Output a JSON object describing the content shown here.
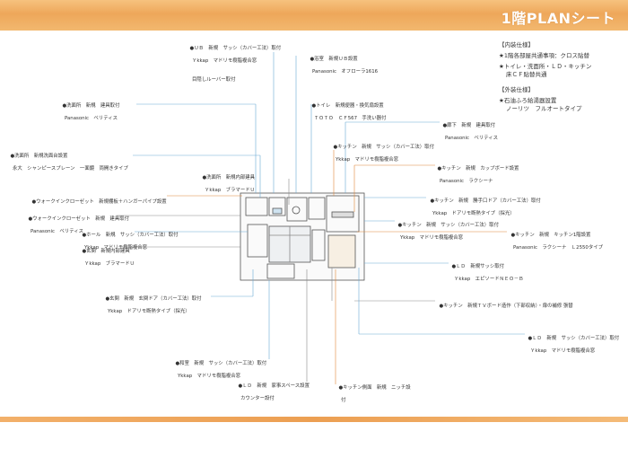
{
  "title": "1階PLANシート",
  "colors": {
    "banner": "#eea75a",
    "leader_blue": "#6aa9d6",
    "leader_orange": "#e0873a",
    "leader_gray": "#8a8a8a"
  },
  "spec": {
    "interior_head": "【内装仕様】",
    "interior_1": "★1階各部屋共通事項：クロス貼替",
    "interior_2": "★トイレ・洗面所・ＬＤ・キッチン",
    "interior_3": "床ＣＦ貼替共通",
    "exterior_head": "【外装仕様】",
    "exterior_1": "★石油ふろ給湯器設置",
    "exterior_2": "ノーリツ　フルオートタイプ"
  },
  "labels": {
    "ub": {
      "t1": "●ＵＢ　新規　サッシ（カバー工法）取付",
      "t2": "Ｙkkap　マドリモ樹脂複合窓",
      "t3": "目隠しルーバー取付"
    },
    "bath": {
      "t1": "●浴室　新規ＵＢ設置",
      "t2": "Panasonic　オフローラ1616"
    },
    "toilet": {
      "t1": "●トイレ　新規便器・換気扇設置",
      "t2": "ＴＯＴＯ　ＣＦ567　手洗い器付"
    },
    "sen1": {
      "t1": "●洗面所　新規　建具取付",
      "t2": "Panasonic　ベリティス"
    },
    "hall_door": {
      "t1": "●廊下　新規　建具取付",
      "t2": "Panasonic　ベリティス"
    },
    "sen2": {
      "t1": "●洗面所　新規洗面台設置",
      "t2": "永大　シャンピースプレーン　一面鏡　両開きタイプ"
    },
    "kit_sash1": {
      "t1": "●キッチン　新規　サッシ（カバー工法）取付",
      "t2": "Ykkap　マドリモ樹脂複合窓"
    },
    "kit_cup": {
      "t1": "●キッチン　新規　カップボード設置",
      "t2": "Panasonic　ラクシーナ"
    },
    "sen3": {
      "t1": "●洗面所　新規内部建具",
      "t2": "Ｙkkap　ブラマードＵ"
    },
    "wic_shelf": {
      "t1": "●ウォークインクローゼット　新規棚板＋ハンガーパイプ設置"
    },
    "kit_door": {
      "t1": "●キッチン　新規　勝手口ドア（カバー工法）取付",
      "t2": "Ykkap　ドアリモ断熱タイプ（採光）"
    },
    "wic_door": {
      "t1": "●ウォークインクローゼット　新規　建具取付",
      "t2": "Panasonic　ベリティス"
    },
    "hall_sash": {
      "t1": "●ホール　新規　サッシ（カバー工法）取付",
      "t2": "Ykkap　マドリモ樹脂複合窓"
    },
    "kit_sash2": {
      "t1": "●キッチン　新規　サッシ（カバー工法）取付",
      "t2": "Ykkap　マドリモ樹脂複合窓"
    },
    "kit_sys": {
      "t1": "●キッチン　新規　キッチン1階設置",
      "t2": "Panasonic　ラクシーナ　Ｌ2550タイプ"
    },
    "entry_door": {
      "t1": "●玄関　新規内部建具",
      "t2": "Ｙkkap　ブラマードＵ"
    },
    "ld_sash1": {
      "t1": "●ＬＤ　新規サッシ取付",
      "t2": "Ｙkkap　エピソードＮＥＯ－Ｂ"
    },
    "entry_main": {
      "t1": "●玄関　新規　玄関ドア（カバー工法）取付",
      "t2": "Ykkap　ドアリモ断熱タイプ（採光）"
    },
    "kit_tv": {
      "t1": "●キッチン　新規ＴＶボード造作（下部収納）・扉の補修 張替"
    },
    "ld_sash2": {
      "t1": "●ＬＤ　新規　サッシ（カバー工法）取付",
      "t2": "Ｙkkap　マドリモ樹脂複合窓"
    },
    "washitsu": {
      "t1": "●和室　新規　サッシ（カバー工法）取付",
      "t2": "Ykkap　マドリモ樹脂複合窓"
    },
    "ld_desk": {
      "t1": "●ＬＤ　新規　家事スペース設置",
      "t2": "カウンター設付"
    },
    "niche": {
      "t1": "●キッチン側面　新規　ニッチ設",
      "t2": "付"
    }
  }
}
